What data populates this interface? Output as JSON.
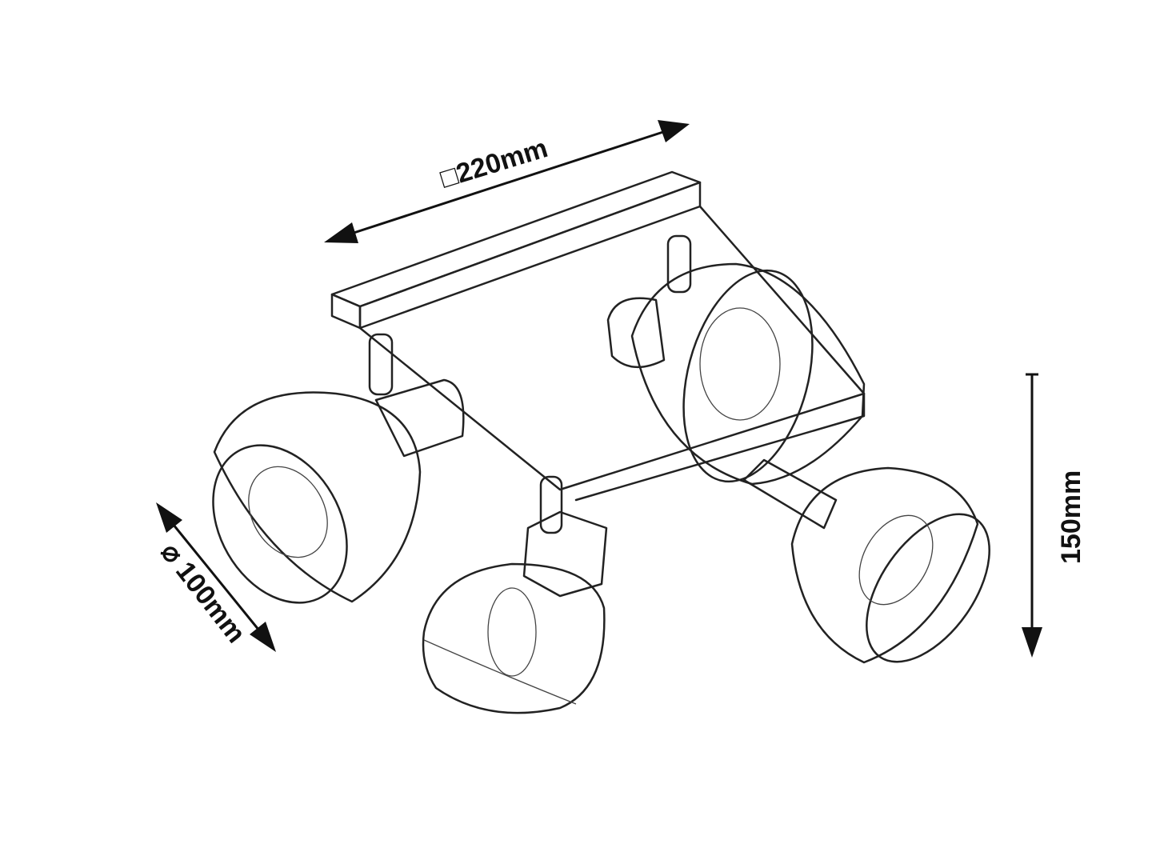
{
  "dimensions": {
    "width_label": "□220mm",
    "height_label": "150mm",
    "diameter_label": "⌀ 100mm"
  },
  "colors": {
    "line": "#222222",
    "background": "#ffffff"
  }
}
